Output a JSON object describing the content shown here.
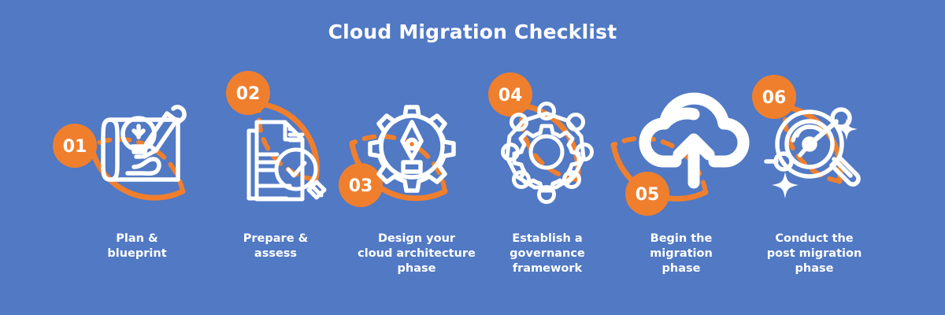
{
  "title": "Cloud Migration Checklist",
  "colors": {
    "background": "#5179c4",
    "accent": "#f07f2d",
    "text": "#ffffff"
  },
  "steps": [
    {
      "number": "01",
      "label": "Plan &\nblueprint",
      "label_line1": "Plan &",
      "label_line2": "blueprint",
      "label_line3": "",
      "icon": "blueprint-lightbulb-pencil-icon"
    },
    {
      "number": "02",
      "label": "Prepare &\nassess",
      "label_line1": "Prepare &",
      "label_line2": "assess",
      "label_line3": "",
      "icon": "documents-magnifier-check-icon"
    },
    {
      "number": "03",
      "label": "Design your\ncloud architecture\nphase",
      "label_line1": "Design your",
      "label_line2": "cloud architecture",
      "label_line3": "phase",
      "icon": "gear-pen-nib-icon"
    },
    {
      "number": "04",
      "label": "Establish a\ngovernance\nframework",
      "label_line1": "Establish a",
      "label_line2": "governance",
      "label_line3": "framework",
      "icon": "gear-network-nodes-icon"
    },
    {
      "number": "05",
      "label": "Begin the\nmigration\nphase",
      "label_line1": "Begin the",
      "label_line2": "migration",
      "label_line3": "phase",
      "icon": "cloud-upload-icon"
    },
    {
      "number": "06",
      "label": "Conduct the\npost migration\nphase",
      "label_line1": "Conduct the",
      "label_line2": "post migration",
      "label_line3": "phase",
      "icon": "magnifier-gauge-sparkle-icon"
    }
  ]
}
